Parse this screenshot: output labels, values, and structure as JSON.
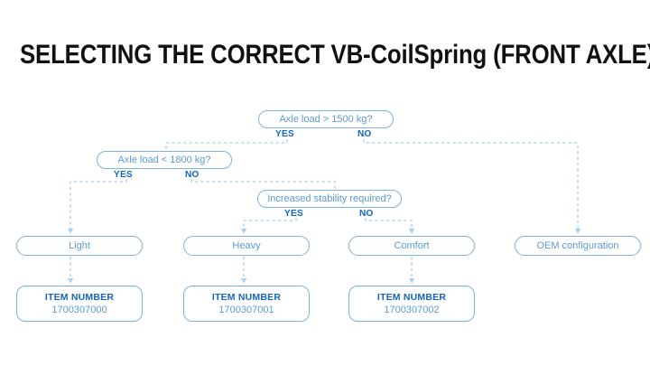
{
  "title": "SELECTING THE CORRECT VB-CoilSpring (FRONT AXLE)",
  "colors": {
    "background": "#ffffff",
    "node_border": "#7db2e0",
    "node_text": "#5a9bd5",
    "label_text": "#1565c0",
    "connector": "#a9cdeb",
    "title_text": "#111111"
  },
  "flow": {
    "decisions": [
      {
        "id": "axle-load-1500",
        "question": "Axle load > 1500 kg?",
        "yes_label": "YES",
        "no_label": "NO"
      },
      {
        "id": "axle-load-1800",
        "question": "Axle load < 1800 kg?",
        "yes_label": "YES",
        "no_label": "NO"
      },
      {
        "id": "increased-stability",
        "question": "Increased stability required?",
        "yes_label": "YES",
        "no_label": "NO"
      }
    ],
    "results": [
      {
        "id": "light",
        "label": "Light"
      },
      {
        "id": "heavy",
        "label": "Heavy"
      },
      {
        "id": "comfort",
        "label": "Comfort"
      },
      {
        "id": "oem",
        "label": "OEM configuration"
      }
    ],
    "items": [
      {
        "id": "item-light",
        "title": "ITEM NUMBER",
        "number": "1700307000"
      },
      {
        "id": "item-heavy",
        "title": "ITEM NUMBER",
        "number": "1700307001"
      },
      {
        "id": "item-comfort",
        "title": "ITEM NUMBER",
        "number": "1700307002"
      }
    ]
  }
}
